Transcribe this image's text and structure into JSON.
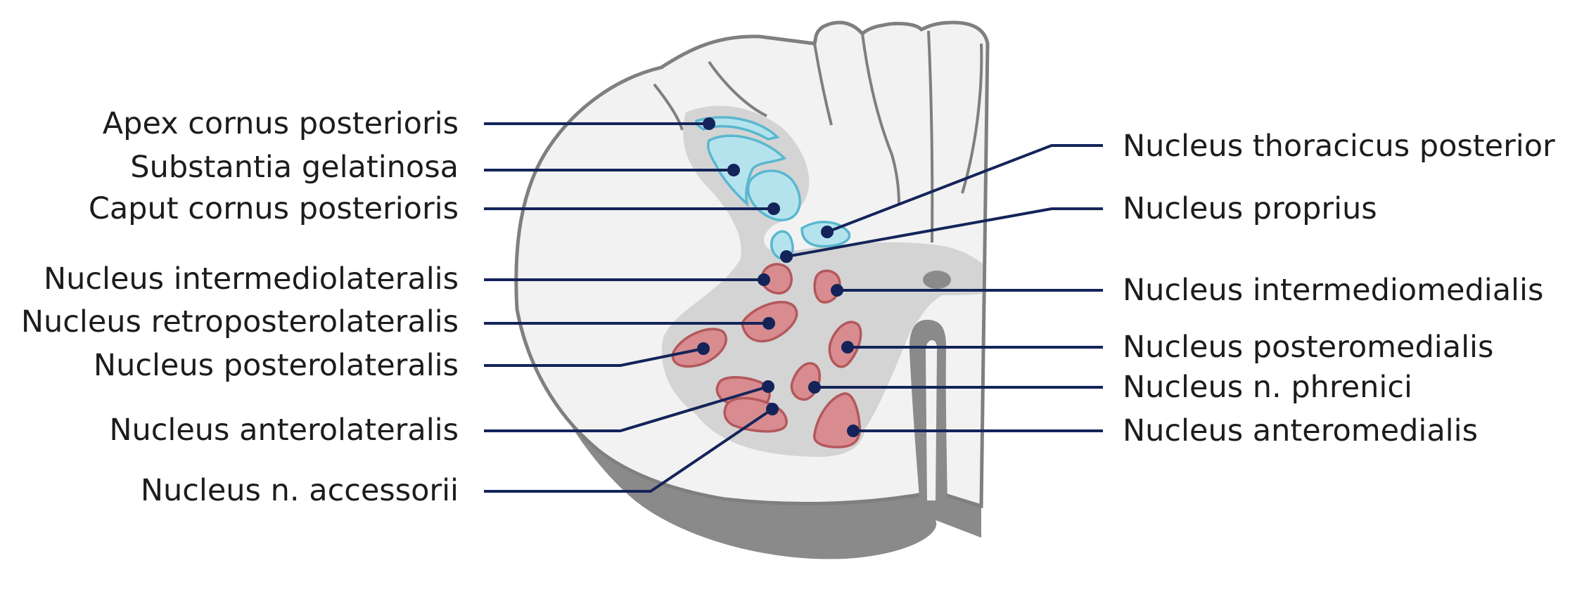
{
  "colors": {
    "white_matter": "#f2f2f2",
    "outline": "#7f7f7f",
    "shadow": "#8a8a8a",
    "grey_matter": "#d4d4d4",
    "sensory_fill": "#b4e3ee",
    "sensory_stroke": "#5ab7cf",
    "motor_fill": "#d88c8f",
    "motor_stroke": "#b3585c",
    "leader": "#14245a"
  },
  "labels_left": [
    {
      "id": "apex",
      "text": "Apex cornus posterioris"
    },
    {
      "id": "gelatinosa",
      "text": "Substantia gelatinosa"
    },
    {
      "id": "caput",
      "text": "Caput cornus posterioris"
    },
    {
      "id": "intermediolateralis",
      "text": "Nucleus intermediolateralis"
    },
    {
      "id": "retroposterolateralis",
      "text": "Nucleus retroposterolateralis"
    },
    {
      "id": "posterolateralis",
      "text": "Nucleus posterolateralis"
    },
    {
      "id": "anterolateralis",
      "text": "Nucleus anterolateralis"
    },
    {
      "id": "accessorii",
      "text": "Nucleus n. accessorii"
    }
  ],
  "labels_right": [
    {
      "id": "thoracicus",
      "text": "Nucleus thoracicus posterior"
    },
    {
      "id": "proprius",
      "text": "Nucleus proprius"
    },
    {
      "id": "intermediomedialis",
      "text": "Nucleus intermediomedialis"
    },
    {
      "id": "posteromedialis",
      "text": "Nucleus posteromedialis"
    },
    {
      "id": "phrenici",
      "text": "Nucleus n. phrenici"
    },
    {
      "id": "anteromedialis",
      "text": "Nucleus anteromedialis"
    }
  ]
}
